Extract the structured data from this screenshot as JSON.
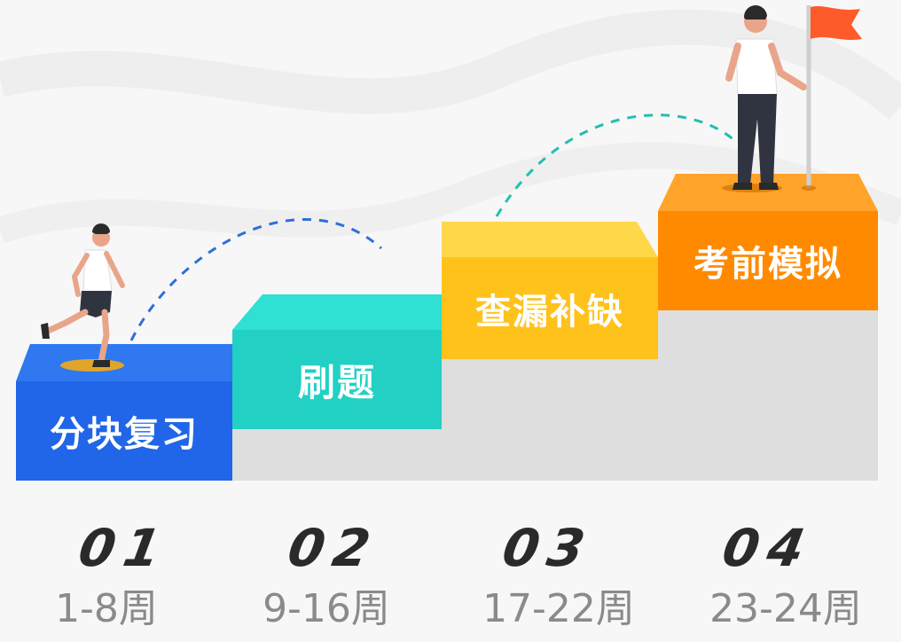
{
  "steps": [
    {
      "label": "分块复习",
      "number": "01",
      "weeks": "1-8周",
      "color": "#2166e8",
      "top_color": "#2f78f0"
    },
    {
      "label": "刷题",
      "number": "02",
      "weeks": "9-16周",
      "color": "#22d0c4",
      "top_color": "#2fe0d4"
    },
    {
      "label": "查漏补缺",
      "number": "03",
      "weeks": "17-22周",
      "color": "#ffc21a",
      "top_color": "#ffd84a"
    },
    {
      "label": "考前模拟",
      "number": "04",
      "weeks": "23-24周",
      "color": "#ff8a00",
      "top_color": "#ffa32a"
    }
  ],
  "colors": {
    "riser": "#dedede",
    "flag": "#ff5a2a",
    "dash_blue": "#2e6fd8",
    "dash_teal": "#22bfb0"
  },
  "icons": [
    "running-person-icon",
    "standing-person-icon",
    "flag-icon"
  ]
}
